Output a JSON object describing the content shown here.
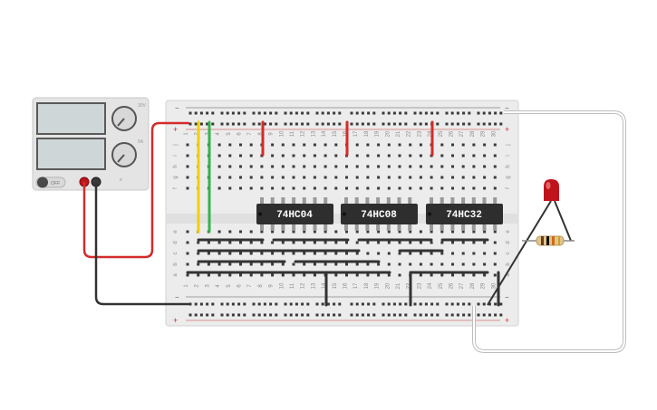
{
  "breadboard": {
    "column_numbers": [
      "1",
      "2",
      "3",
      "4",
      "5",
      "6",
      "7",
      "8",
      "9",
      "10",
      "11",
      "12",
      "13",
      "14",
      "15",
      "16",
      "17",
      "18",
      "19",
      "20",
      "21",
      "22",
      "23",
      "24",
      "25",
      "26",
      "27",
      "28",
      "29",
      "30"
    ],
    "top_row_letters": [
      "j",
      "i",
      "h",
      "g",
      "f"
    ],
    "bottom_row_letters": [
      "e",
      "d",
      "c",
      "b",
      "a"
    ],
    "rail_plus": "+",
    "rail_minus": "−"
  },
  "chips": [
    {
      "label": "74HC04"
    },
    {
      "label": "74HC08"
    },
    {
      "label": "74HC32"
    }
  ],
  "power_supply": {
    "off_label": "OFF",
    "display_top_value": "",
    "display_bottom_value": "",
    "knob_icons": [
      "knob-icon",
      "knob-icon"
    ]
  },
  "colors": {
    "wire_red": "#d42b2b",
    "wire_black": "#333333",
    "wire_yellow": "#f2d000",
    "wire_green": "#34b34a",
    "chip_body": "#2e2e2e",
    "led_red": "#c0141d",
    "board": "#ececec"
  }
}
